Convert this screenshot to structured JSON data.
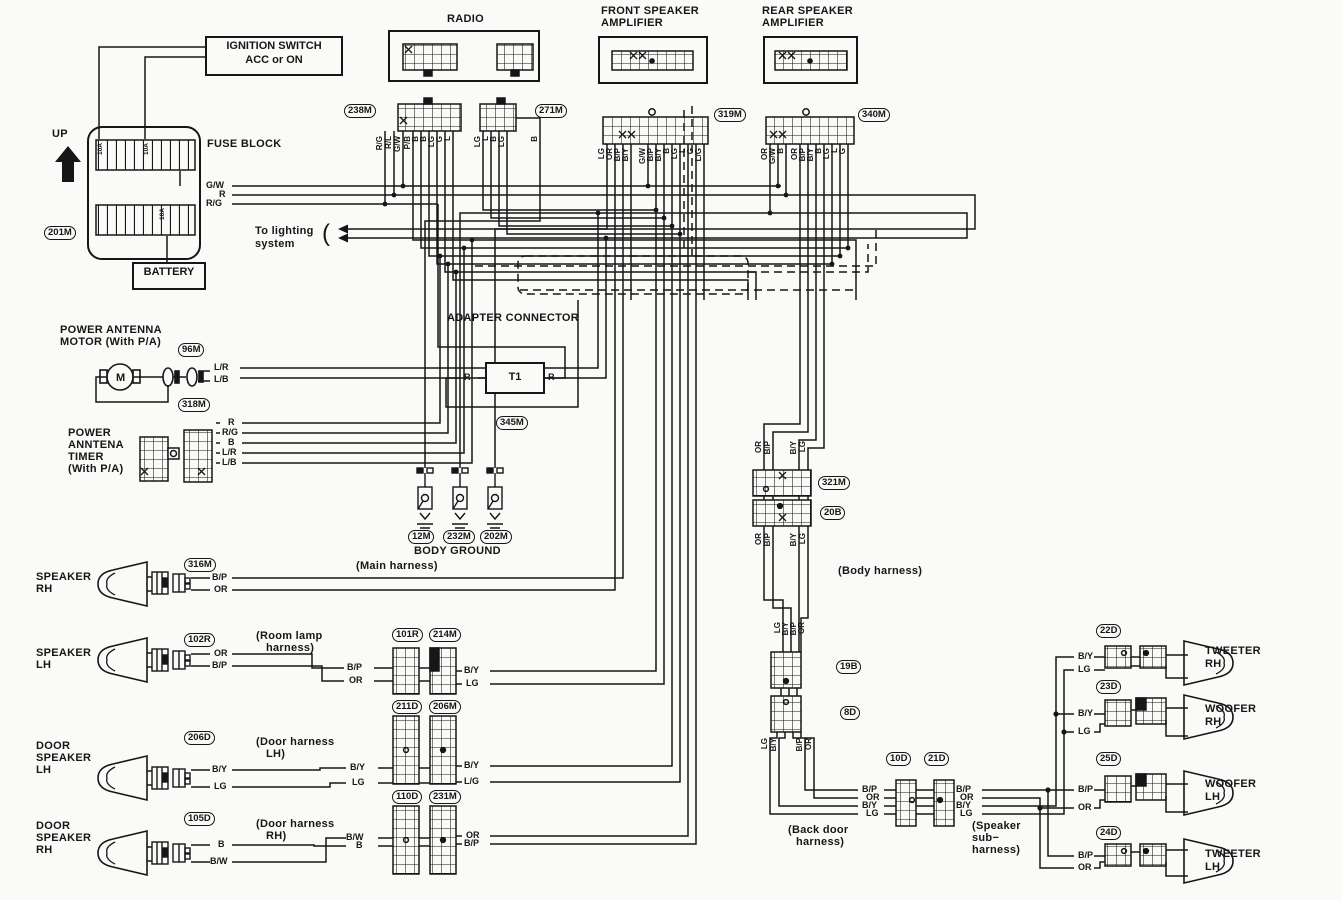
{
  "colors": {
    "ink": "#161616",
    "paper": "#fafaf8"
  },
  "titles": {
    "radio": "RADIO",
    "front_amp_1": "FRONT SPEAKER",
    "front_amp_2": "AMPLIFIER",
    "rear_amp_1": "REAR SPEAKER",
    "rear_amp_2": "AMPLIFIER",
    "ignition_1": "IGNITION SWITCH",
    "ignition_2": "ACC or ON",
    "fuse_block": "FUSE BLOCK",
    "battery": "BATTERY",
    "up": "UP",
    "to_lighting_1": "To lighting",
    "to_lighting_2": "system",
    "bracket": "(",
    "adapter": "ADAPTER CONNECTOR",
    "t1": "T1",
    "body_ground": "BODY GROUND",
    "fuse_rating": "10A",
    "pa_motor_1": "POWER ANTENNA",
    "pa_motor_2": "MOTOR (With P/A)",
    "pa_timer_1": "POWER",
    "pa_timer_2": "ANNTENA",
    "pa_timer_3": "TIMER",
    "pa_timer_4": "(With P/A)",
    "motor_m": "M"
  },
  "harness": {
    "main": "(Main harness)",
    "body": "(Body harness)",
    "room_1": "(Room lamp",
    "room_2": "harness)",
    "door_lh_1": "(Door harness",
    "door_lh_2": "LH)",
    "door_rh_1": "(Door harness",
    "door_rh_2": "RH)",
    "back_1": "(Back door",
    "back_2": "harness)",
    "sub_1": "(Speaker",
    "sub_2": "sub−",
    "sub_3": "harness)"
  },
  "connectors": {
    "m201": "201M",
    "m238": "238M",
    "m271": "271M",
    "m319": "319M",
    "m340": "340M",
    "m96": "96M",
    "m318": "318M",
    "m345": "345M",
    "m12": "12M",
    "m232": "232M",
    "m202": "202M",
    "m316": "316M",
    "r102": "102R",
    "d206": "206D",
    "d105": "105D",
    "r101": "101R",
    "m214": "214M",
    "d211": "211D",
    "m206": "206M",
    "d110": "110D",
    "m231": "231M",
    "m321": "321M",
    "b20": "20B",
    "b19": "19B",
    "d8": "8D",
    "d10": "10D",
    "d21": "21D",
    "d22": "22D",
    "d23": "23D",
    "d25": "25D",
    "d24": "24D"
  },
  "speakers": {
    "rh_1": "SPEAKER",
    "rh_2": "RH",
    "lh_1": "SPEAKER",
    "lh_2": "LH",
    "dlh_1": "DOOR",
    "dlh_2": "SPEAKER",
    "dlh_3": "LH",
    "drh_1": "DOOR",
    "drh_2": "SPEAKER",
    "drh_3": "RH",
    "tw_rh_1": "TWEETER",
    "tw_rh_2": "RH",
    "wf_rh_1": "WOOFER",
    "wf_rh_2": "RH",
    "wf_lh_1": "WOOFER",
    "wf_lh_2": "LH",
    "tw_lh_1": "TWEETER",
    "tw_lh_2": "LH"
  },
  "wires": {
    "fuse": [
      "G/W",
      "R",
      "R/G"
    ],
    "radio1": [
      "R/G",
      "R/L",
      "G/W"
    ],
    "radio2": [
      "P/B",
      "B",
      "B",
      "LG",
      "G",
      "L"
    ],
    "radio3": [
      "LG",
      "L",
      "B",
      "LG"
    ],
    "radio_b": "B",
    "famp_a": [
      "LG",
      "OR",
      "B/P",
      "B/Y"
    ],
    "famp_b": [
      "G/W",
      "B/P",
      "B/Y",
      "B",
      "LG",
      "L",
      "G",
      "L/G"
    ],
    "ramp_a": [
      "OR",
      "G/W",
      "B"
    ],
    "ramp_b": [
      "OR",
      "B/P",
      "B/Y",
      "B",
      "LG",
      "L",
      "G"
    ],
    "motor": [
      "L/R",
      "L/B"
    ],
    "timer": [
      "R",
      "R/G",
      "B",
      "L/R",
      "L/B"
    ],
    "adapter_l": "R",
    "adapter_r": "R",
    "spk_rh": [
      "B/P",
      "OR"
    ],
    "spk_lh": [
      "OR",
      "B/P"
    ],
    "c101r": [
      "B/P",
      "OR"
    ],
    "c214m": [
      "B/Y",
      "LG"
    ],
    "dspk_lh": [
      "B/Y",
      "LG"
    ],
    "c211d": [
      "B/Y",
      "LG"
    ],
    "c206m": [
      "B/Y",
      "L/G"
    ],
    "dspk_rh": [
      "B",
      "B/W"
    ],
    "c110d": [
      "B/W",
      "B"
    ],
    "c231m": [
      "OR",
      "B/P"
    ],
    "c321m_t": [
      "OR",
      "B/P",
      "B/Y",
      "LG"
    ],
    "c20b_b": [
      "OR",
      "B/P",
      "B/Y",
      "LG"
    ],
    "c19b_t": [
      "LG",
      "B/Y",
      "B/P",
      "OR"
    ],
    "c8d_b": [
      "LG",
      "B/Y",
      "B/P",
      "OR"
    ],
    "d10_l": [
      "B/P",
      "OR",
      "B/Y",
      "LG"
    ],
    "d21_r": [
      "B/P",
      "OR",
      "B/Y",
      "LG"
    ],
    "tw_rh": [
      "B/Y",
      "LG"
    ],
    "wf_rh": [
      "B/Y",
      "LG"
    ],
    "wf_lh": [
      "B/P",
      "OR"
    ],
    "tw_lh": [
      "B/P",
      "OR"
    ]
  }
}
